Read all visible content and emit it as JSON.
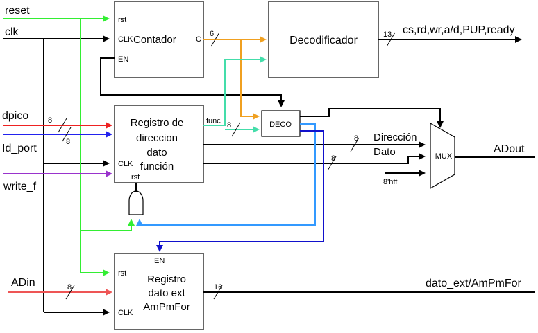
{
  "colors": {
    "reset": "#33ee33",
    "clk": "#000000",
    "dpico": "#ee2222",
    "id_port": "#2222ee",
    "write_f": "#9933cc",
    "contador_out": "#f0a020",
    "func": "#44ddaa",
    "deco_and": "#3399ff",
    "deco_en": "#1111cc",
    "adin": "#ee5555"
  },
  "inputs": {
    "reset": "reset",
    "clk": "clk",
    "dpico": "dpico",
    "id_port": "Id_port",
    "write_f": "write_f",
    "adin": "ADin"
  },
  "outputs": {
    "decoder_out": "cs,rd,wr,a/d,PUP,ready",
    "adout": "ADout",
    "dato_ext": "dato_ext/AmPmFor"
  },
  "blocks": {
    "contador": {
      "name": "Contador",
      "rst": "rst",
      "clk": "CLK",
      "en": "EN",
      "out": "C"
    },
    "decodificador": {
      "name": "Decodificador"
    },
    "registro": {
      "line1": "Registro de",
      "line2": "direccion",
      "line3": "dato",
      "line4": "función",
      "clk": "CLK",
      "rst": "rst"
    },
    "deco": {
      "name": "DECO"
    },
    "mux": {
      "name": "MUX",
      "in_direccion": "Dirección",
      "in_dato": "Dato",
      "in_const": "8'hff"
    },
    "registro_ext": {
      "line1": "Registro",
      "line2": "dato ext",
      "line3": "AmPmFor",
      "rst": "rst",
      "clk": "CLK",
      "en": "EN"
    }
  },
  "bus_widths": {
    "contador_out": "6",
    "decoder_out": "13",
    "dpico": "8",
    "id_port": "8",
    "func": "8",
    "direccion": "8",
    "dato": "8",
    "adin": "8",
    "dato_ext": "16"
  },
  "signals": {
    "func": "func"
  }
}
